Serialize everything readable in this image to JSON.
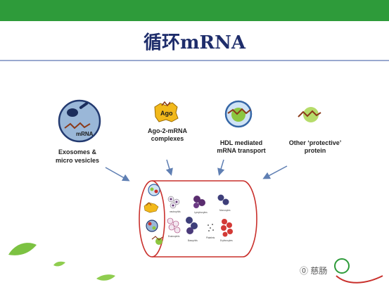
{
  "slide": {
    "title": "循环mRNA"
  },
  "sources": [
    {
      "id": "exosome",
      "label_lines": [
        "Exosomes &",
        "micro vesicles"
      ],
      "inner_text": "mRNA"
    },
    {
      "id": "ago",
      "label_lines": [
        "Ago-2-mRNA",
        "complexes"
      ],
      "inner_text": "Ago"
    },
    {
      "id": "hdl",
      "label_lines": [
        "HDL mediated",
        "mRNA transport"
      ]
    },
    {
      "id": "protein",
      "label_lines": [
        "Other ‘protective’",
        "protein"
      ]
    }
  ],
  "vessel": {
    "cell_labels": [
      "neutrophils",
      "Lymphocytes",
      "Monocytes",
      "Eosinophils",
      "Platelets",
      "Basophils",
      "Erythrocytes"
    ]
  },
  "footer": {
    "brand": "🄋 慈肠"
  },
  "colors": {
    "topbar": "#2e9b3a",
    "title": "#1e2d6b",
    "vessel_outline": "#c9302c",
    "mrna": "#8b3a1a",
    "arrow": "#5f7fb3",
    "leaf": "#7cc242"
  }
}
